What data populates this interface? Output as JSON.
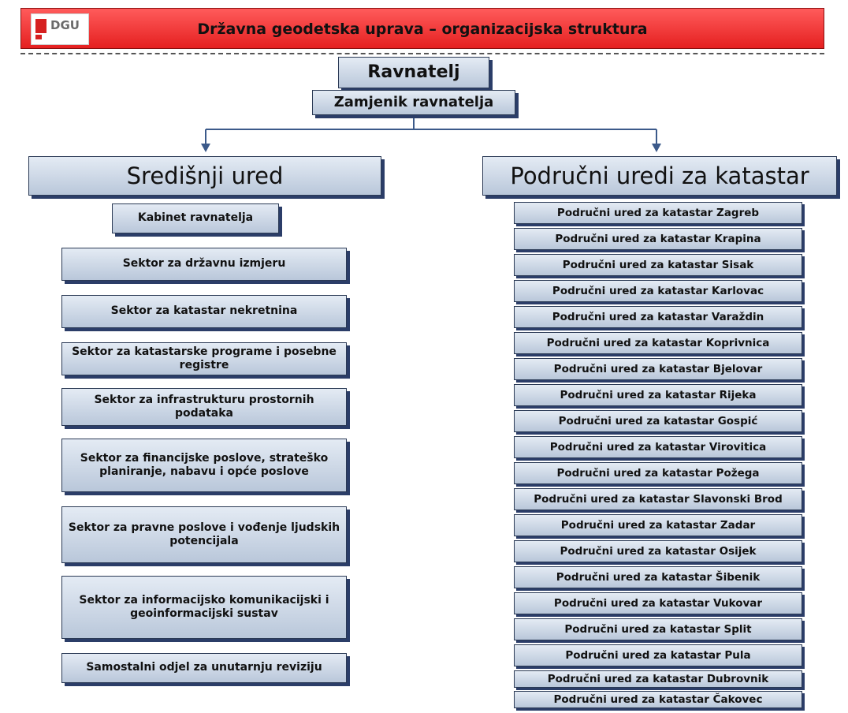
{
  "header": {
    "logo_text": "DGU",
    "title": "Državna geodetska uprava – organizacijska struktura",
    "accent": "#e52020"
  },
  "top": {
    "director": "Ravnatelj",
    "deputy": "Zamjenik ravnatelja"
  },
  "central": {
    "title": "Središnji ured",
    "units": [
      "Kabinet ravnatelja",
      "Sektor za državnu izmjeru",
      "Sektor za katastar nekretnina",
      "Sektor za katastarske programe i posebne registre",
      "Sektor za infrastrukturu prostornih podataka",
      "Sektor za financijske poslove, strateško planiranje, nabavu i opće poslove",
      "Sektor za pravne poslove i vođenje ljudskih potencijala",
      "Sektor za informacijsko komunikacijski i geoinformacijski sustav",
      "Samostalni odjel za unutarnju reviziju"
    ]
  },
  "regional": {
    "title": "Područni uredi za katastar",
    "offices": [
      "Područni ured za katastar Zagreb",
      "Područni ured za katastar Krapina",
      "Područni ured za katastar Sisak",
      "Područni ured za katastar Karlovac",
      "Područni ured za katastar Varaždin",
      "Područni ured za katastar Koprivnica",
      "Područni ured za katastar Bjelovar",
      "Područni ured za katastar Rijeka",
      "Područni ured za katastar Gospić",
      "Područni ured za katastar Virovitica",
      "Područni ured za katastar Požega",
      "Područni ured za katastar Slavonski Brod",
      "Područni ured za katastar Zadar",
      "Područni ured za katastar Osijek",
      "Područni ured za katastar Šibenik",
      "Područni ured za katastar Vukovar",
      "Područni ured za katastar Split",
      "Područni ured za katastar Pula",
      "Područni ured za katastar Dubrovnik",
      "Područni ured za katastar Čakovec"
    ]
  }
}
